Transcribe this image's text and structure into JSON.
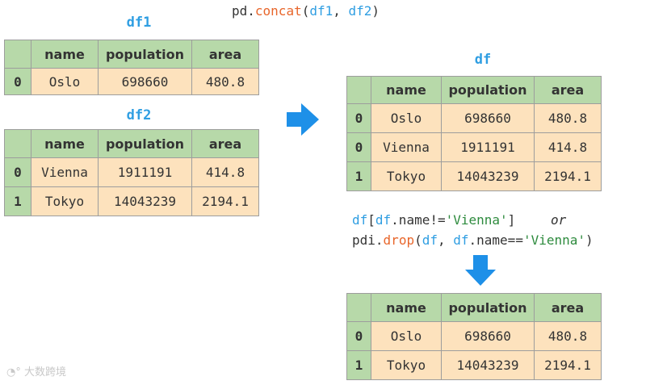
{
  "code_top": {
    "obj": "pd",
    "dot": ".",
    "fn": "concat",
    "open": "(",
    "a1": "df1",
    "sep": ", ",
    "a2": "df2",
    "close": ")"
  },
  "df1": {
    "title": "df1",
    "columns": [
      "name",
      "population",
      "area"
    ],
    "rows": [
      {
        "index": "0",
        "name": "Oslo",
        "population": "698660",
        "area": "480.8"
      }
    ]
  },
  "df2": {
    "title": "df2",
    "columns": [
      "name",
      "population",
      "area"
    ],
    "rows": [
      {
        "index": "0",
        "name": "Vienna",
        "population": "1911191",
        "area": "414.8"
      },
      {
        "index": "1",
        "name": "Tokyo",
        "population": "14043239",
        "area": "2194.1"
      }
    ]
  },
  "df": {
    "title": "df",
    "columns": [
      "name",
      "population",
      "area"
    ],
    "rows": [
      {
        "index": "0",
        "name": "Oslo",
        "population": "698660",
        "area": "480.8"
      },
      {
        "index": "0",
        "name": "Vienna",
        "population": "1911191",
        "area": "414.8"
      },
      {
        "index": "1",
        "name": "Tokyo",
        "population": "14043239",
        "area": "2194.1"
      }
    ]
  },
  "code_filter": {
    "p1": "df",
    "p2": "[",
    "p3": "df",
    "p4": ".name!=",
    "p5": "'Vienna'",
    "p6": "]",
    "or": "or"
  },
  "code_drop": {
    "p1": "pdi",
    "p2": ".",
    "p3": "drop",
    "p4": "(",
    "p5": "df",
    "p6": ", ",
    "p7": "df",
    "p8": ".name==",
    "p9": "'Vienna'",
    "p10": ")"
  },
  "result": {
    "columns": [
      "name",
      "population",
      "area"
    ],
    "rows": [
      {
        "index": "0",
        "name": "Oslo",
        "population": "698660",
        "area": "480.8"
      },
      {
        "index": "1",
        "name": "Tokyo",
        "population": "14043239",
        "area": "2194.1"
      }
    ]
  },
  "watermark": "大数跨境",
  "colors": {
    "arrow": "#1e90e8",
    "header_bg": "#b7d9a9",
    "cell_bg": "#fde2bd",
    "title": "#2f9ee2",
    "function": "#e8662b",
    "string": "#2e8b3e"
  }
}
